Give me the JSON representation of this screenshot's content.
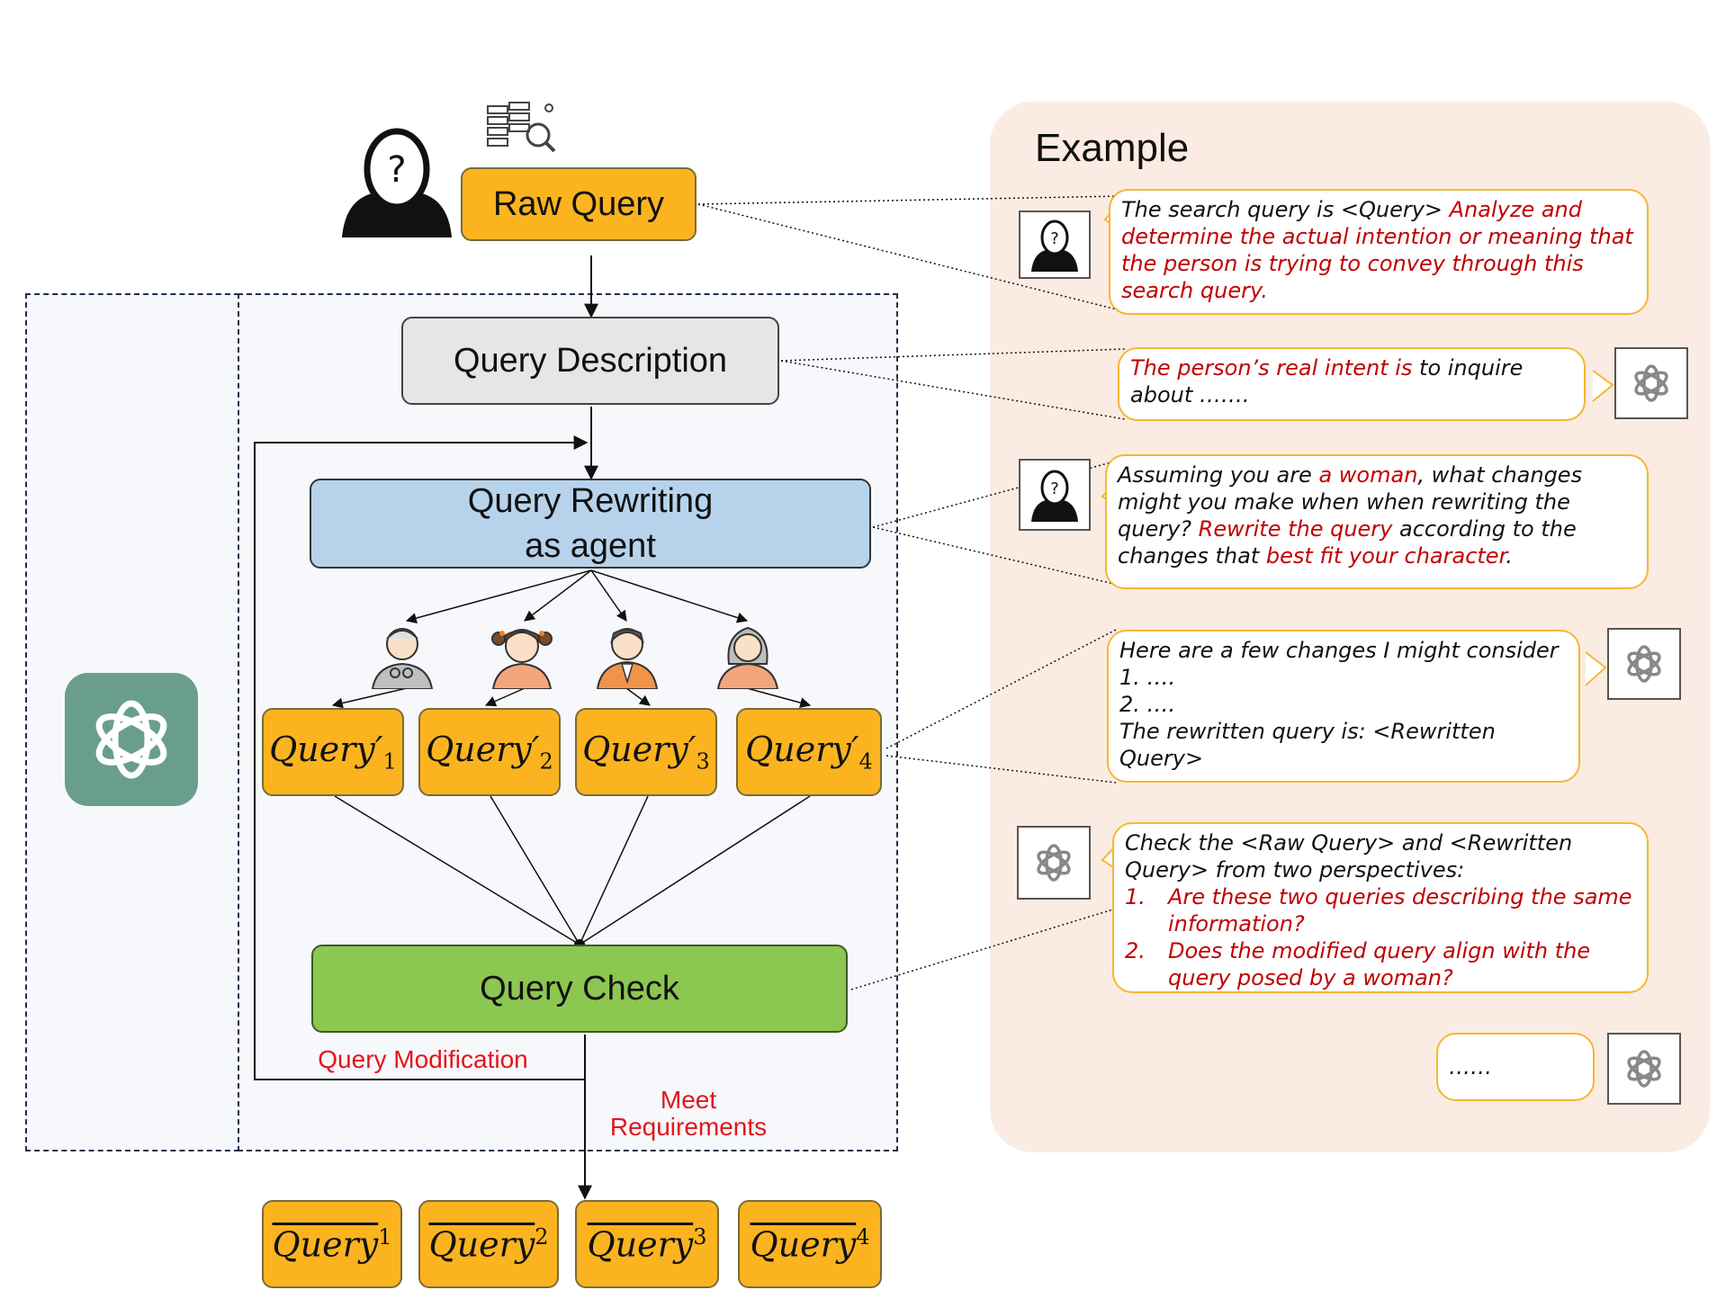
{
  "example_panel": {
    "title": "Example"
  },
  "flow": {
    "raw_query": "Raw Query",
    "query_description": "Query Description",
    "query_rewriting_line1": "Query Rewriting",
    "query_rewriting_line2": "as agent",
    "query_check": "Query Check",
    "query_modification": "Query Modification",
    "meet_requirements_line1": "Meet",
    "meet_requirements_line2": "Requirements",
    "rewritten_queries": [
      {
        "base": "Query",
        "mark": "′",
        "index": "1"
      },
      {
        "base": "Query",
        "mark": "′",
        "index": "2"
      },
      {
        "base": "Query",
        "mark": "′",
        "index": "3"
      },
      {
        "base": "Query",
        "mark": "′",
        "index": "4"
      }
    ],
    "final_queries": [
      {
        "base": "Query",
        "index": "1"
      },
      {
        "base": "Query",
        "index": "2"
      },
      {
        "base": "Query",
        "index": "3"
      },
      {
        "base": "Query",
        "index": "4"
      }
    ]
  },
  "bubbles": {
    "b1": {
      "plain": "The search query is <Query> ",
      "red": "Analyze and determine the actual intention or meaning that the person is trying to convey through this search query."
    },
    "b2": {
      "red": "The person’s real intent is",
      "plain": " to inquire about ……."
    },
    "b3": {
      "p1": "Assuming you are ",
      "r1": "a woman",
      "p2": ", what changes might you make when when rewriting the query?",
      "r2": "Rewrite the query",
      "p3": " according to the changes that ",
      "r3": "best fit your character",
      "p4": "."
    },
    "b4": {
      "line1": "Here are a few changes I might consider",
      "item1": "1.    ….",
      "item2": "2.    ….",
      "line2": "The rewritten query is: <Rewritten Query>"
    },
    "b5": {
      "line1": "Check the <Raw Query> and <Rewritten Query> from two perspectives:",
      "n1": "1.",
      "item1": "Are these two queries describing the same information?",
      "n2": "2.",
      "item2": "Does the modified query align with the query posed by a woman?"
    },
    "b6": {
      "text": "……"
    }
  },
  "colors": {
    "orange": "#fbb41f",
    "grey": "#e6e6e6",
    "blue": "#b7d3ec",
    "green": "#8cc751",
    "panel": "#fbece3",
    "bubble_border": "#f5b731",
    "accent_red": "#c00000",
    "label_red": "#e3151b",
    "openai_teal": "#6a9e8c"
  },
  "icons": [
    "user-question-icon",
    "database-search-icon",
    "openai-logo-icon",
    "old-man-icon",
    "girl-icon",
    "businessman-icon",
    "woman-icon"
  ]
}
